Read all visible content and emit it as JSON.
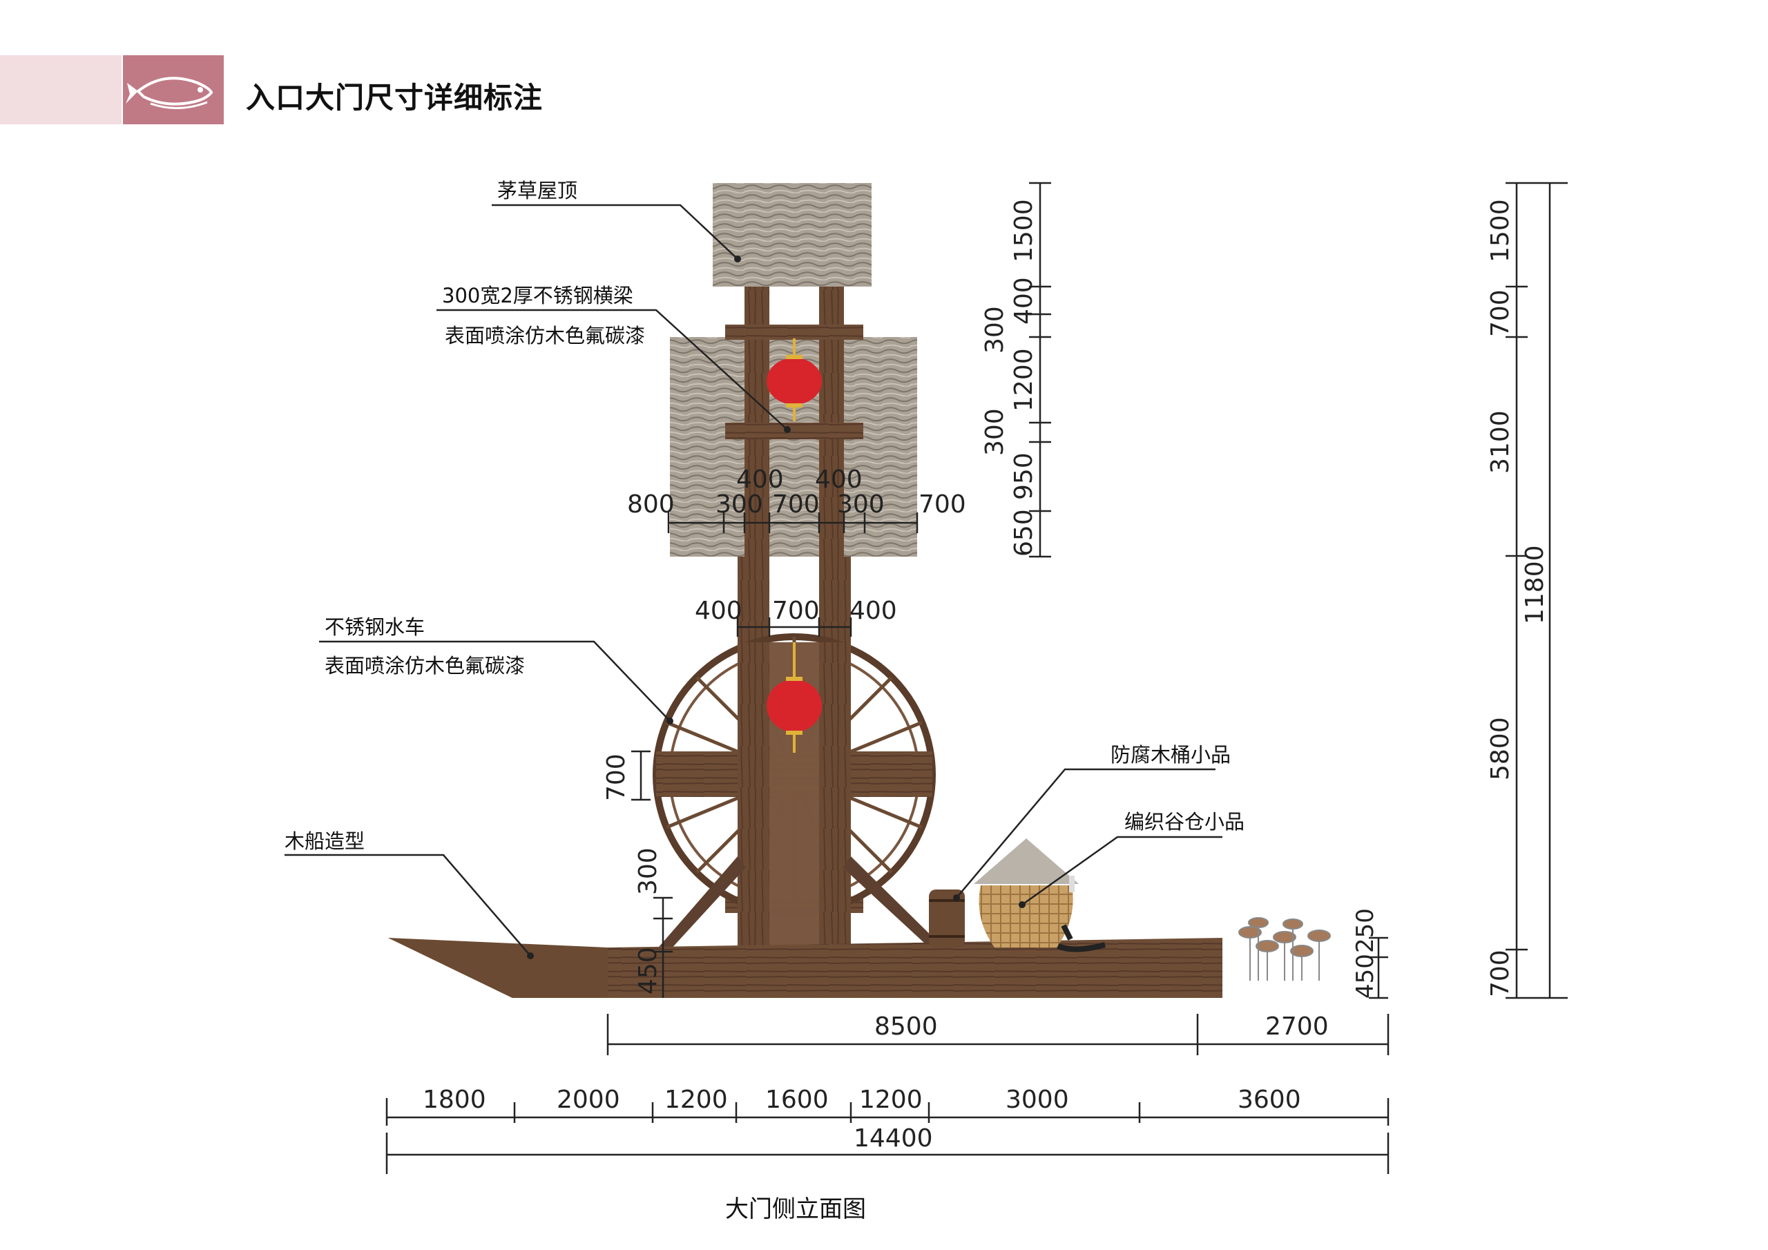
{
  "header": {
    "title": "入口大门尺寸详细标注",
    "logo_icon": "fish-icon",
    "band_color": "#f2dde1",
    "logo_color": "#c07a86"
  },
  "labels": {
    "thatch_roof": "茅草屋顶",
    "beam_line1": "300宽2厚不锈钢横梁",
    "beam_line2": "表面喷涂仿木色氟碳漆",
    "waterwheel_line1": "不锈钢水车",
    "waterwheel_line2": "表面喷涂仿木色氟碳漆",
    "wood_boat": "木船造型",
    "barrel": "防腐木桶小品",
    "granary": "编织谷仓小品"
  },
  "dimensions": {
    "top_horizontal": [
      "800",
      "300",
      "400",
      "700",
      "400",
      "300",
      "700"
    ],
    "mid_horizontal": [
      "400",
      "700",
      "400"
    ],
    "wheel_vertical": [
      "700",
      "300",
      "450"
    ],
    "right_small": [
      "250",
      "450"
    ],
    "tower_vertical": [
      "1500",
      "400",
      "300",
      "1200",
      "300",
      "950",
      "650"
    ],
    "far_right": [
      "1500",
      "700",
      "3100",
      "5800",
      "700"
    ],
    "overall_height": "11800",
    "bottom_row1": [
      "8500",
      "2700"
    ],
    "bottom_row2": [
      "1800",
      "2000",
      "1200",
      "1600",
      "1200",
      "3000",
      "3600"
    ],
    "total_width": "14400"
  },
  "caption": "大门侧立面图",
  "colors": {
    "wood": "#6b4a33",
    "wood_dark": "#4a3122",
    "thatch": "#a89f95",
    "lantern": "#d8242b",
    "granary": "#c9a066"
  }
}
